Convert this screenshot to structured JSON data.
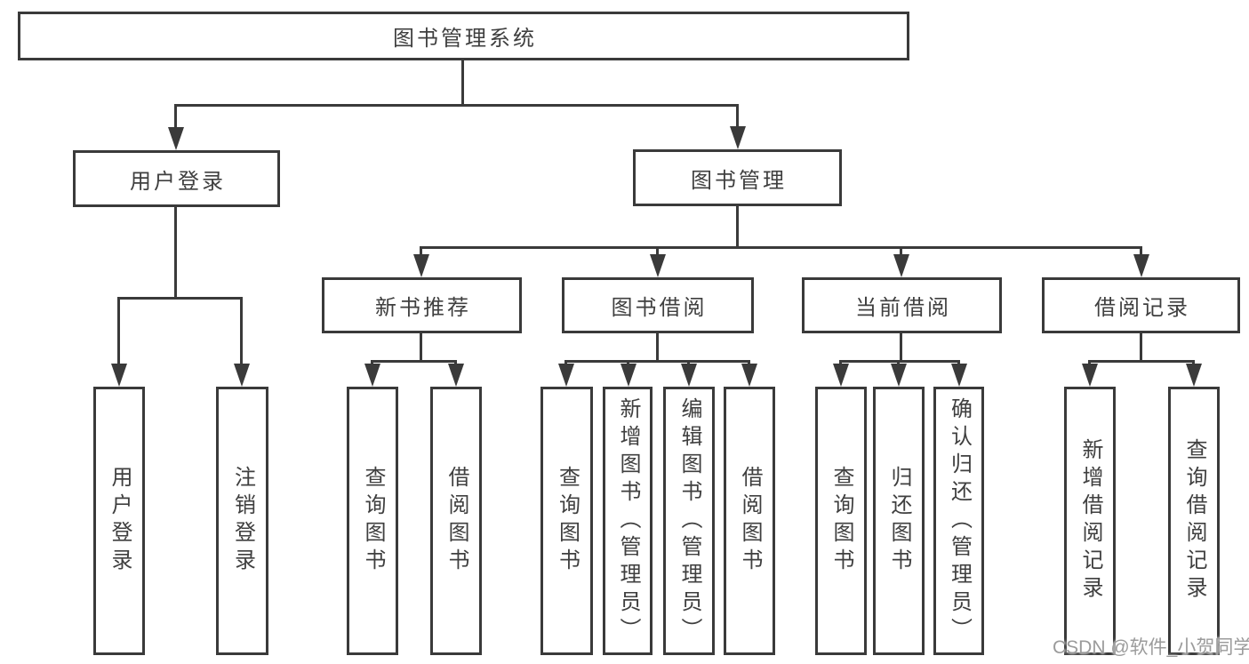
{
  "colors": {
    "line": "#3a3a3a",
    "text": "#3f3f3f",
    "box_background": "#ffffff",
    "page_background": "#ffffff",
    "watermark": "#9b9b9b"
  },
  "tree": {
    "root": {
      "label": "图书管理系统"
    },
    "children": [
      {
        "label": "用户登录",
        "children": [
          {
            "label": "用户登录"
          },
          {
            "label": "注销登录"
          }
        ]
      },
      {
        "label": "图书管理",
        "children": [
          {
            "label": "新书推荐",
            "children": [
              {
                "label": "查询图书"
              },
              {
                "label": "借阅图书"
              }
            ]
          },
          {
            "label": "图书借阅",
            "children": [
              {
                "label": "查询图书"
              },
              {
                "label": "新增图书（管理员）"
              },
              {
                "label": "编辑图书（管理员）"
              },
              {
                "label": "借阅图书"
              }
            ]
          },
          {
            "label": "当前借阅",
            "children": [
              {
                "label": "查询图书"
              },
              {
                "label": "归还图书"
              },
              {
                "label": "确认归还（管理员）"
              }
            ]
          },
          {
            "label": "借阅记录",
            "children": [
              {
                "label": "新增借阅记录"
              },
              {
                "label": "查询借阅记录"
              }
            ]
          }
        ]
      }
    ]
  },
  "watermark": {
    "text": "CSDN @软件_小贺同学"
  }
}
